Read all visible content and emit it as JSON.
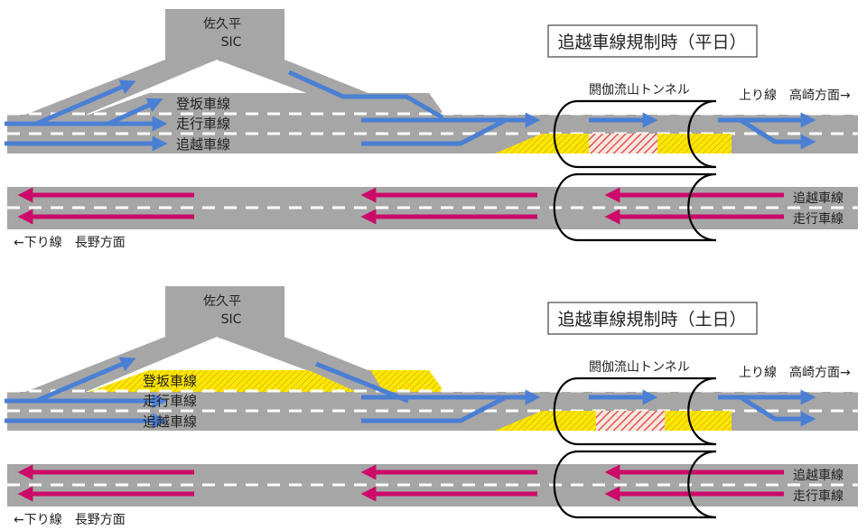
{
  "colors": {
    "road": "#a6a6a6",
    "upbound_arrow": "#4a7fd4",
    "downbound_arrow": "#cc0a6a",
    "restriction_hatch": "#ffe600",
    "closure_hatch": "#e0403a",
    "tunnel_outline": "#000000"
  },
  "panels": [
    {
      "title": "追越車線規制時（平日）",
      "sic_name": "佐久平",
      "sic_type": "SIC",
      "lanes": {
        "climbing": "登坂車線",
        "travel": "走行車線",
        "passing": "追越車線"
      },
      "tunnel_name": "閼伽流山トンネル",
      "upbound_label": "上り線　高崎方面→",
      "downbound_label": "←下り線　長野方面",
      "downbound_lanes": {
        "passing": "追越車線",
        "travel": "走行車線"
      },
      "climbing_lane_closed": false
    },
    {
      "title": "追越車線規制時（土日）",
      "sic_name": "佐久平",
      "sic_type": "SIC",
      "lanes": {
        "climbing": "登坂車線",
        "travel": "走行車線",
        "passing": "追越車線"
      },
      "tunnel_name": "閼伽流山トンネル",
      "upbound_label": "上り線　高崎方面→",
      "downbound_label": "←下り線　長野方面",
      "downbound_lanes": {
        "passing": "追越車線",
        "travel": "走行車線"
      },
      "climbing_lane_closed": true
    }
  ]
}
